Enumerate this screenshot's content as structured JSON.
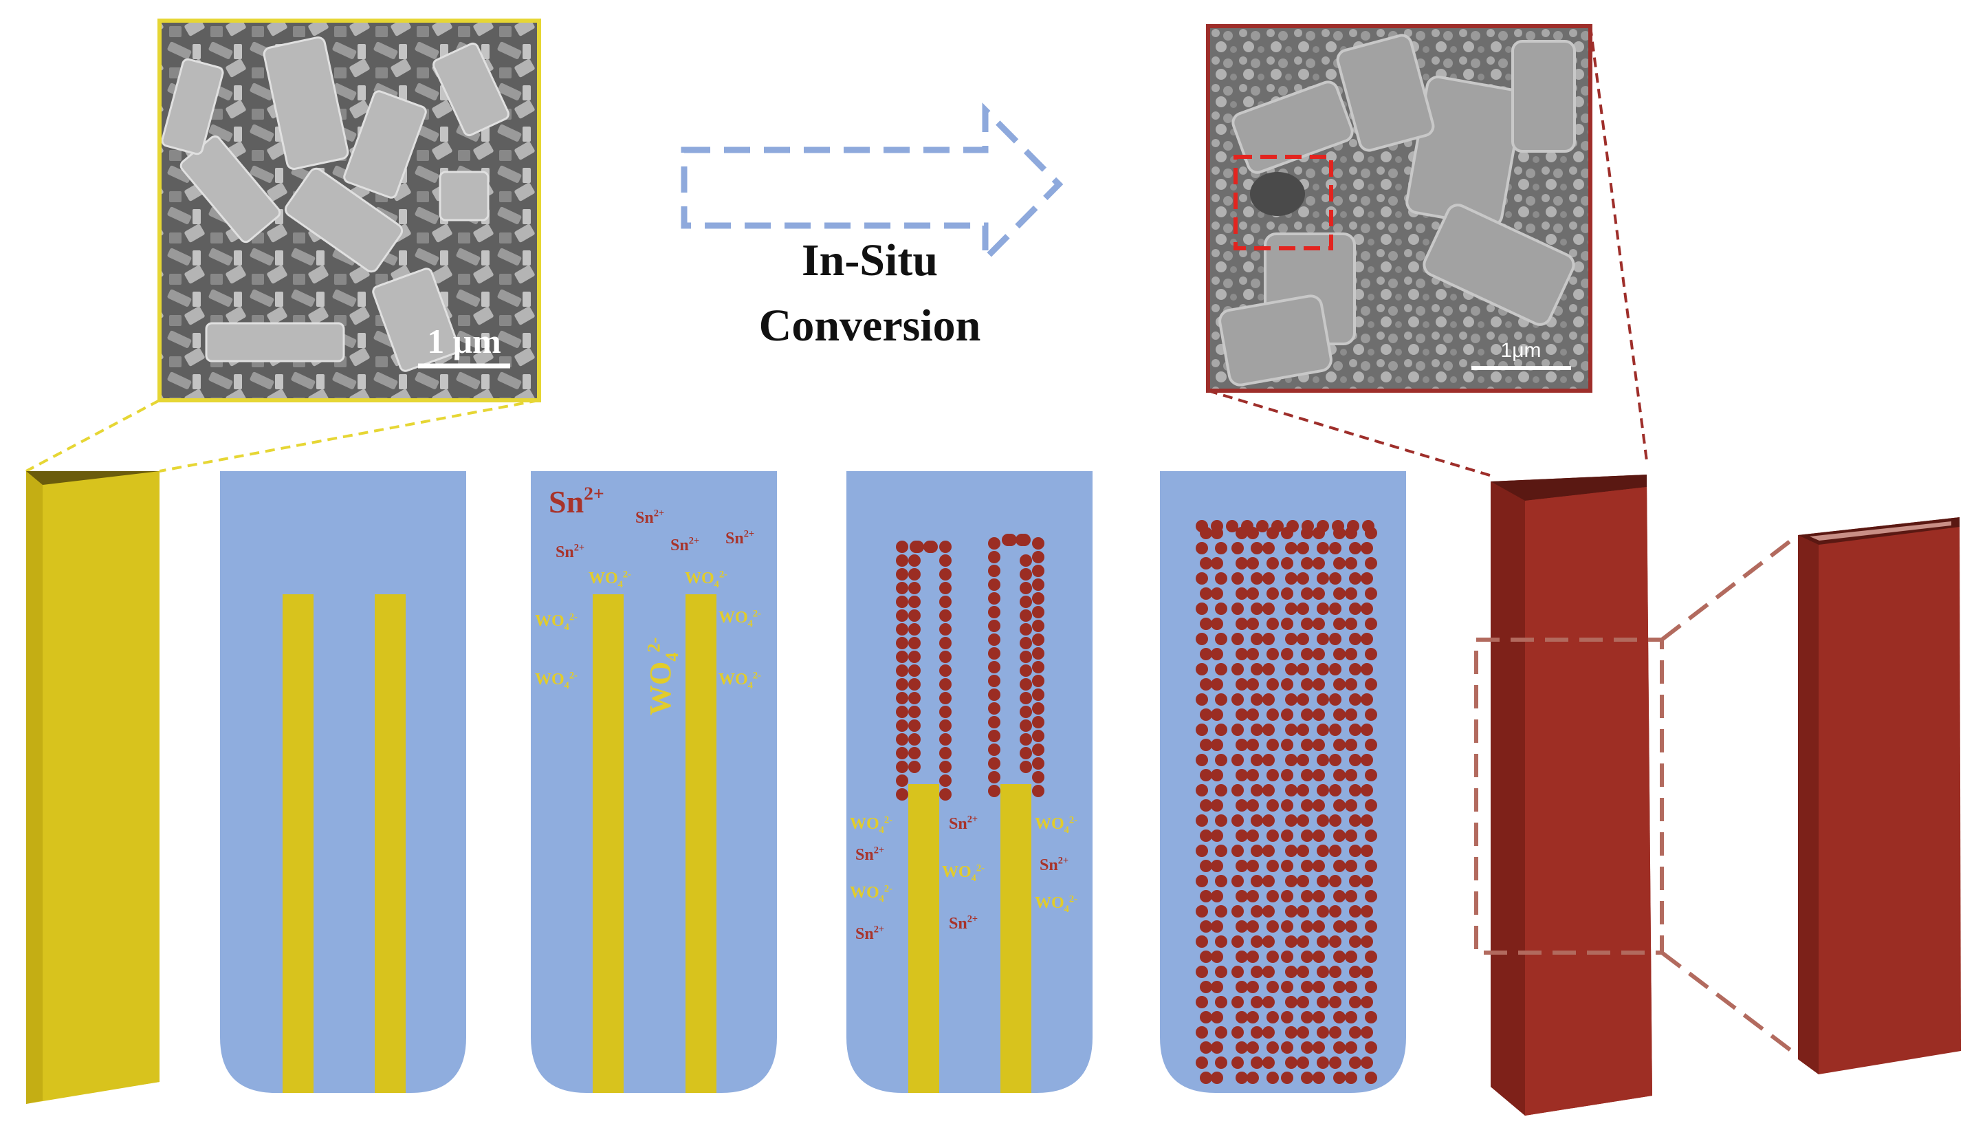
{
  "figure": {
    "conversion_label_line1": "In-Situ",
    "conversion_label_line2": "Conversion"
  },
  "sem_left": {
    "scale_label": "1 μm",
    "frame_color": "#e6d634"
  },
  "sem_right": {
    "scale_label": "1μm",
    "frame_color": "#9e2e2a"
  },
  "ions": {
    "sn": "Sn",
    "sn_charge": "2+",
    "wo": "WO",
    "wo_sub": "4",
    "wo_charge": "2-"
  },
  "colors": {
    "yellow": "#d8c31d",
    "solution_blue": "#8fadde",
    "red": "#9b2d23",
    "arrow_blue": "#8ea9dc",
    "sn_text": "#a8332a",
    "wo_text": "#e2cc2a"
  }
}
